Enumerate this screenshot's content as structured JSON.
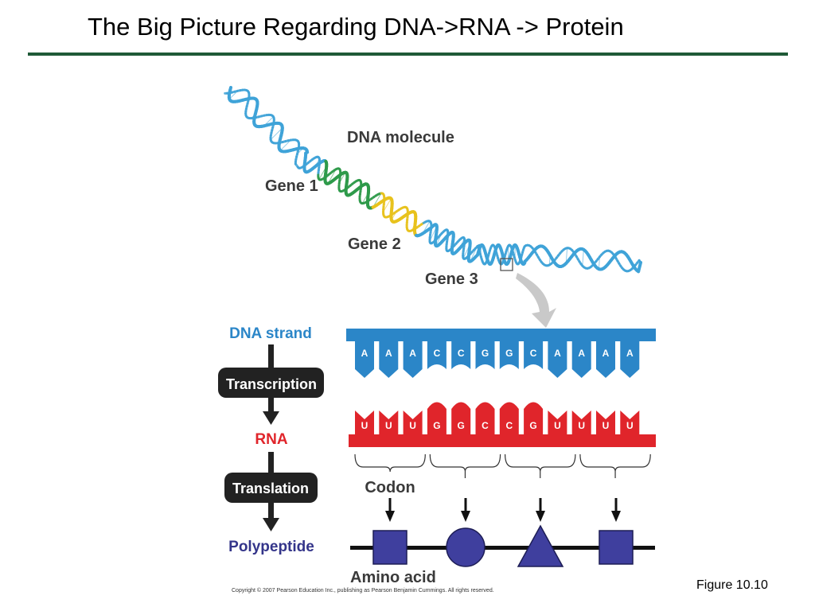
{
  "title": "The Big Picture Regarding DNA->RNA -> Protein",
  "colors": {
    "title_rule": "#1f5a37",
    "dna_strand": "#2b86c8",
    "rna_strand": "#e0252b",
    "gene_1": "#2e9a4a",
    "gene_2": "#e8c21c",
    "gene_3": "#3fa3d8",
    "polypeptide": "#3f3f9e",
    "process_box": "#222222",
    "dna_label": "#2b86c8",
    "rna_label": "#e0252b",
    "polypeptide_label": "#34358a"
  },
  "helix": {
    "molecule_label": "DNA molecule",
    "genes": [
      "Gene 1",
      "Gene 2",
      "Gene 3"
    ]
  },
  "flow": {
    "dna_label": "DNA strand",
    "transcription": "Transcription",
    "rna_label": "RNA",
    "translation": "Translation",
    "polypeptide_label": "Polypeptide"
  },
  "dna_bases": [
    "A",
    "A",
    "A",
    "C",
    "C",
    "G",
    "G",
    "C",
    "A",
    "A",
    "A",
    "A"
  ],
  "rna_bases": [
    "U",
    "U",
    "U",
    "G",
    "G",
    "C",
    "C",
    "G",
    "U",
    "U",
    "U",
    "U"
  ],
  "codon_label": "Codon",
  "amino_acids": [
    "square",
    "circle",
    "triangle",
    "square"
  ],
  "amino_acid_label": "Amino acid",
  "figure_caption": "Figure 10.10",
  "copyright": "Copyright © 2007 Pearson Education Inc., publishing as Pearson Benjamin Cummings. All rights reserved."
}
